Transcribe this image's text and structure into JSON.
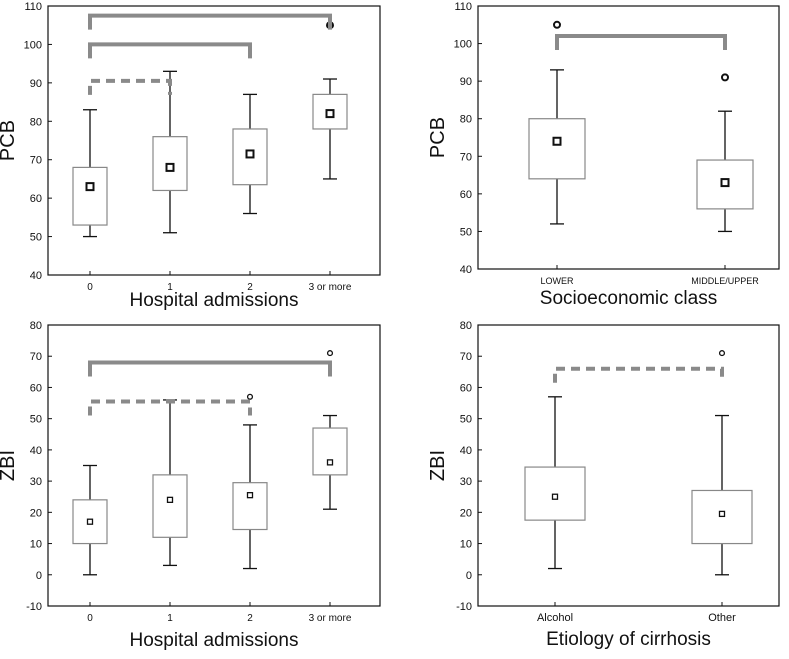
{
  "chart_data": [
    {
      "type": "boxplot",
      "ylabel": "PCB",
      "xlabel": "Hospital admissions",
      "ylim": [
        40,
        110
      ],
      "yticks": [
        40,
        50,
        60,
        70,
        80,
        90,
        100,
        110
      ],
      "categories": [
        "0",
        "1",
        "2",
        "3 or more"
      ],
      "boxes": [
        {
          "min": 50,
          "q1": 53,
          "median": 63,
          "q3": 68,
          "max": 83,
          "outliers": []
        },
        {
          "min": 51,
          "q1": 62,
          "median": 68,
          "q3": 76,
          "max": 93,
          "outliers": []
        },
        {
          "min": 56,
          "q1": 63.5,
          "median": 71.5,
          "q3": 78,
          "max": 87,
          "outliers": []
        },
        {
          "min": 65,
          "q1": 78,
          "median": 82,
          "q3": 87,
          "max": 91,
          "outliers": [
            105
          ]
        }
      ],
      "brackets": [
        {
          "from": 0,
          "to": 1,
          "y": 90.5,
          "style": "dashed"
        },
        {
          "from": 0,
          "to": 2,
          "y": 100,
          "style": "solid"
        },
        {
          "from": 0,
          "to": 3,
          "y": 107.5,
          "style": "solid"
        }
      ]
    },
    {
      "type": "boxplot",
      "ylabel": "PCB",
      "xlabel": "Socioeconomic class",
      "ylim": [
        40,
        110
      ],
      "yticks": [
        40,
        50,
        60,
        70,
        80,
        90,
        100,
        110
      ],
      "categories": [
        "LOWER",
        "MIDDLE/UPPER"
      ],
      "boxes": [
        {
          "min": 52,
          "q1": 64,
          "median": 74,
          "q3": 80,
          "max": 93,
          "outliers": [
            105
          ]
        },
        {
          "min": 50,
          "q1": 56,
          "median": 63,
          "q3": 69,
          "max": 82,
          "outliers": [
            91
          ]
        }
      ],
      "brackets": [
        {
          "from": 0,
          "to": 1,
          "y": 102,
          "style": "solid"
        }
      ]
    },
    {
      "type": "boxplot",
      "ylabel": "ZBI",
      "xlabel": "Hospital admissions",
      "ylim": [
        -10,
        80
      ],
      "yticks": [
        -10,
        0,
        10,
        20,
        30,
        40,
        50,
        60,
        70,
        80
      ],
      "categories": [
        "0",
        "1",
        "2",
        "3 or more"
      ],
      "boxes": [
        {
          "min": 0,
          "q1": 10,
          "median": 17,
          "q3": 24,
          "max": 35,
          "outliers": []
        },
        {
          "min": 3,
          "q1": 12,
          "median": 24,
          "q3": 32,
          "max": 56,
          "outliers": []
        },
        {
          "min": 2,
          "q1": 14.5,
          "median": 25.5,
          "q3": 29.5,
          "max": 48,
          "outliers": [
            57
          ]
        },
        {
          "min": 21,
          "q1": 32,
          "median": 36,
          "q3": 47,
          "max": 51,
          "outliers": [
            71
          ]
        }
      ],
      "brackets": [
        {
          "from": 0,
          "to": 2,
          "y": 55.5,
          "style": "dashed"
        },
        {
          "from": 0,
          "to": 3,
          "y": 68,
          "style": "solid"
        }
      ]
    },
    {
      "type": "boxplot",
      "ylabel": "ZBI",
      "xlabel": "Etiology of cirrhosis",
      "ylim": [
        -10,
        80
      ],
      "yticks": [
        -10,
        0,
        10,
        20,
        30,
        40,
        50,
        60,
        70,
        80
      ],
      "categories": [
        "Alcohol",
        "Other"
      ],
      "boxes": [
        {
          "min": 2,
          "q1": 17.5,
          "median": 25,
          "q3": 34.5,
          "max": 57,
          "outliers": []
        },
        {
          "min": 0,
          "q1": 10,
          "median": 19.5,
          "q3": 27,
          "max": 51,
          "outliers": [
            71
          ]
        }
      ],
      "brackets": [
        {
          "from": 0,
          "to": 1,
          "y": 66,
          "style": "dashed"
        }
      ]
    }
  ],
  "colors": {
    "frame": "#111111",
    "box_stroke": "#888888",
    "whisker": "#111111",
    "bracket": "#8a8a8a",
    "marker": "#111111"
  }
}
